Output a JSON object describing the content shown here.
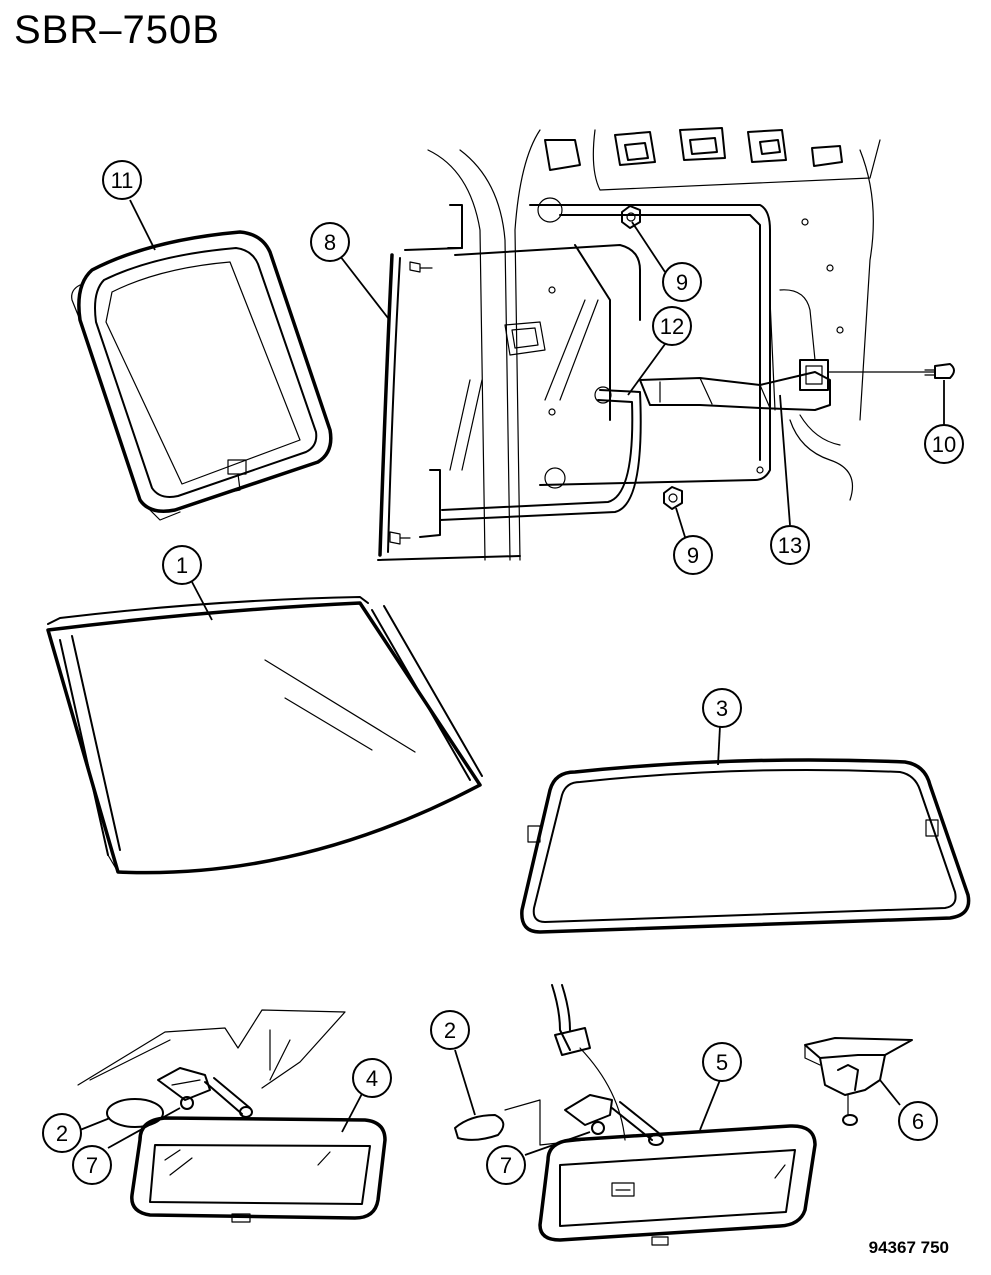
{
  "diagram": {
    "title": "SBR–750B",
    "figure_code": "94367  750",
    "callouts": [
      {
        "id": "c11a",
        "label": "11"
      },
      {
        "id": "c8",
        "label": "8"
      },
      {
        "id": "c9a",
        "label": "9"
      },
      {
        "id": "c12",
        "label": "12"
      },
      {
        "id": "c10",
        "label": "10"
      },
      {
        "id": "c13",
        "label": "13"
      },
      {
        "id": "c9b",
        "label": "9"
      },
      {
        "id": "c1",
        "label": "1"
      },
      {
        "id": "c3",
        "label": "3"
      },
      {
        "id": "c2a",
        "label": "2"
      },
      {
        "id": "c7a",
        "label": "7"
      },
      {
        "id": "c4",
        "label": "4"
      },
      {
        "id": "c2b",
        "label": "2"
      },
      {
        "id": "c7b",
        "label": "7"
      },
      {
        "id": "c5",
        "label": "5"
      },
      {
        "id": "c6",
        "label": "6"
      }
    ]
  }
}
